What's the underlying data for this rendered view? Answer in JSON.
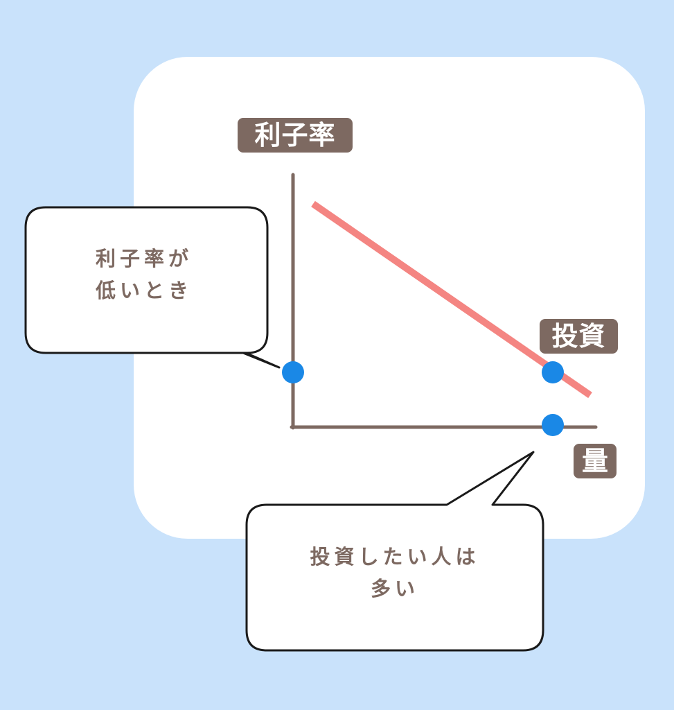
{
  "labels": {
    "y_axis": "利子率",
    "line": "投資",
    "x_axis": "量"
  },
  "callouts": {
    "rate_low_lines": [
      "利子率が",
      "低いとき"
    ],
    "investors_many_lines": [
      "投資したい人は",
      "多い"
    ]
  },
  "colors": {
    "background": "#c9e2fb",
    "card": "#ffffff",
    "axis": "#7d6961",
    "line": "#f48582",
    "dot": "#1a88e6",
    "tag_bg": "#7d6961",
    "bubble_text": "#7d6961"
  }
}
